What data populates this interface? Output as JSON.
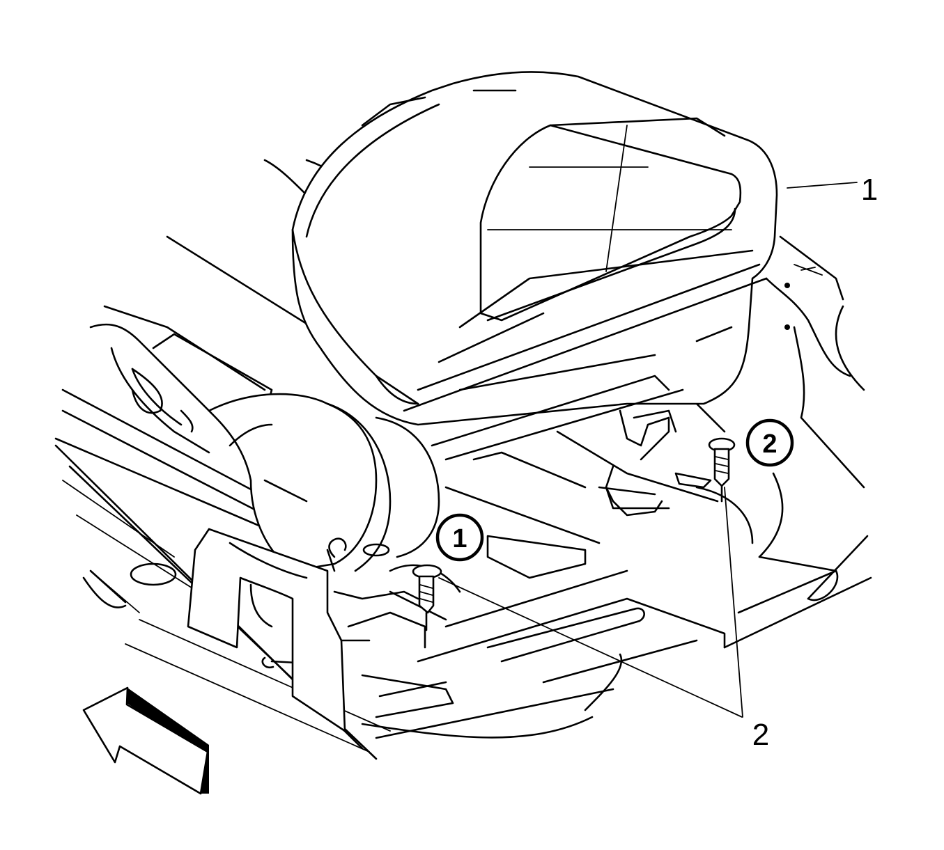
{
  "callouts": {
    "item_1": "1",
    "item_2": "2"
  },
  "steps": {
    "step_1": "1",
    "step_2": "2"
  },
  "icons": {
    "direction_arrow": "arrow-left-icon",
    "fastener": "bolt-icon"
  }
}
